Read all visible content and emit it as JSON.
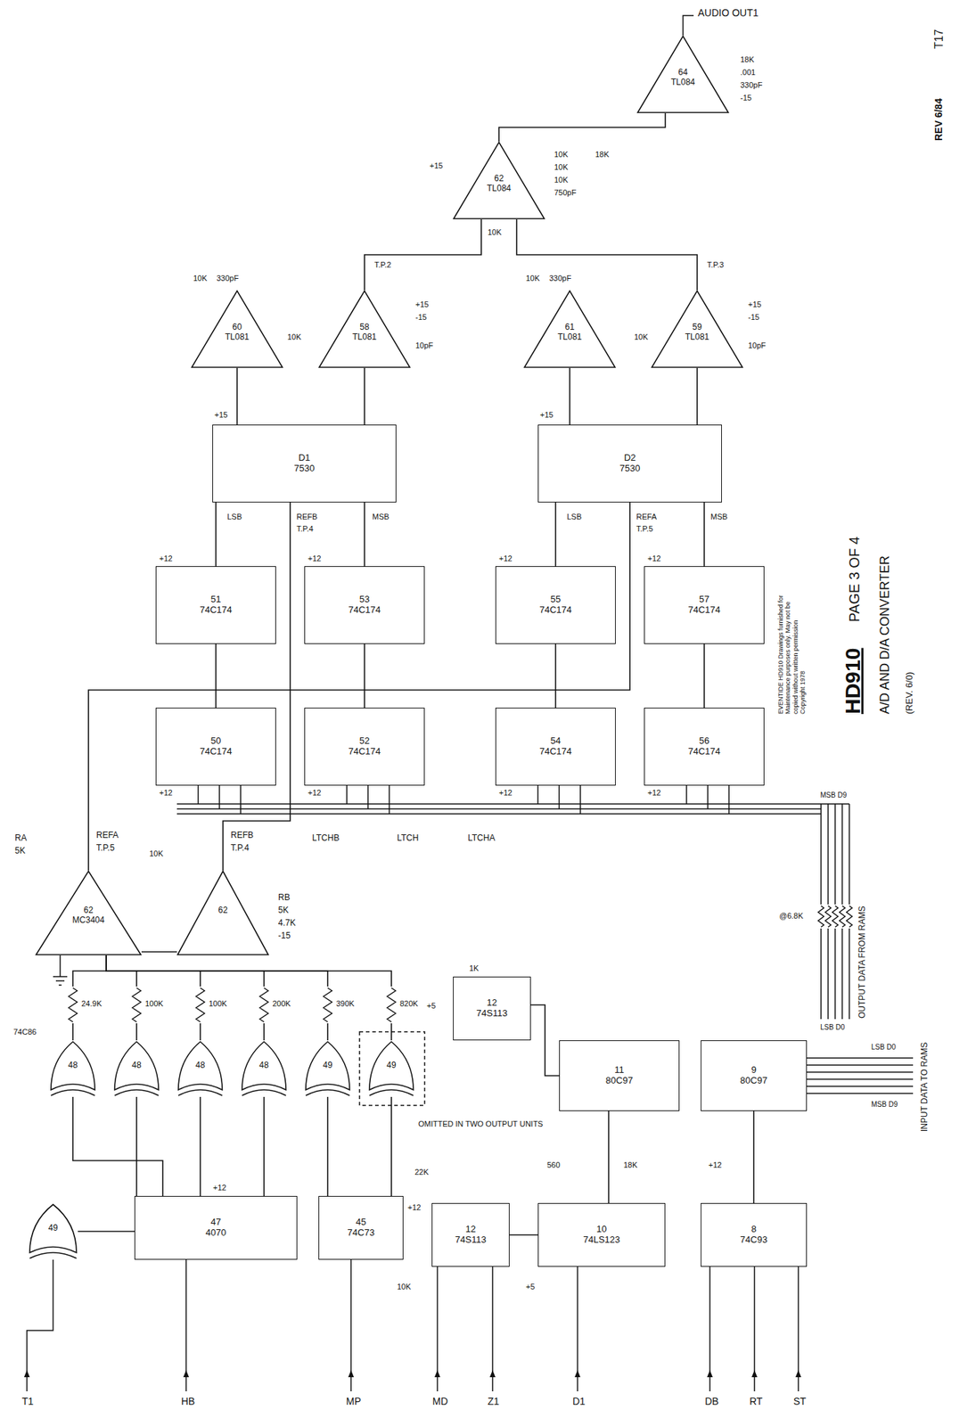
{
  "diagram": {
    "nodes": [
      {
        "text": [
          "49"
        ]
      },
      {
        "text": [
          "47",
          "4070"
        ]
      },
      {
        "text": [
          "45",
          "74C73"
        ]
      },
      {
        "text": [
          "48"
        ]
      },
      {
        "text": [
          "48"
        ]
      },
      {
        "text": [
          "48"
        ]
      },
      {
        "text": [
          "48"
        ]
      },
      {
        "text": [
          "49"
        ]
      },
      {
        "text": [
          "49"
        ]
      },
      {
        "text": [
          "62",
          "MC3404"
        ]
      },
      {
        "text": [
          "62"
        ]
      },
      {
        "text": [
          "50",
          "74C174"
        ]
      },
      {
        "text": [
          "52",
          "74C174"
        ]
      },
      {
        "text": [
          "54",
          "74C174"
        ]
      },
      {
        "text": [
          "56",
          "74C174"
        ]
      },
      {
        "text": [
          "51",
          "74C174"
        ]
      },
      {
        "text": [
          "53",
          "74C174"
        ]
      },
      {
        "text": [
          "55",
          "74C174"
        ]
      },
      {
        "text": [
          "57",
          "74C174"
        ]
      },
      {
        "text": [
          "D1",
          "7530"
        ]
      },
      {
        "text": [
          "D2",
          "7530"
        ]
      },
      {
        "text": [
          "60",
          "TL081"
        ]
      },
      {
        "text": [
          "58",
          "TL081"
        ]
      },
      {
        "text": [
          "61",
          "TL081"
        ]
      },
      {
        "text": [
          "59",
          "TL081"
        ]
      },
      {
        "text": [
          "62",
          "TL084"
        ]
      },
      {
        "text": [
          "64",
          "TL084"
        ]
      },
      {
        "text": [
          "12",
          "74S113"
        ]
      },
      {
        "text": [
          "12",
          "74S113"
        ]
      },
      {
        "text": [
          "10",
          "74LS123"
        ]
      },
      {
        "text": [
          "11",
          "80C97"
        ]
      },
      {
        "text": [
          "9",
          "80C97"
        ]
      },
      {
        "text": [
          "8",
          "74C93"
        ]
      }
    ],
    "edges": [
      {
        "from": 0,
        "to": 1,
        "arrow": "none"
      },
      {
        "from": 1,
        "to": 3,
        "arrow": "none"
      },
      {
        "from": 1,
        "to": 5,
        "arrow": "none"
      },
      {
        "from": 1,
        "to": 6,
        "arrow": "none"
      },
      {
        "from": 2,
        "to": 7,
        "arrow": "none"
      },
      {
        "from": 2,
        "to": 8,
        "arrow": "none"
      },
      {
        "from": 1,
        "to": 4,
        "arrow": "none"
      },
      {
        "from": 3,
        "to": 9,
        "arrow": "none"
      },
      {
        "from": 4,
        "to": 9,
        "arrow": "none"
      },
      {
        "from": 5,
        "to": 9,
        "arrow": "none"
      },
      {
        "from": 6,
        "to": 9,
        "arrow": "none"
      },
      {
        "from": 7,
        "to": 9,
        "arrow": "none"
      },
      {
        "from": 8,
        "to": 9,
        "arrow": "none"
      },
      {
        "from": 9,
        "to": 10,
        "arrow": "none"
      },
      {
        "from": 9,
        "to": 20,
        "arrow": "none"
      },
      {
        "from": 10,
        "to": 19,
        "arrow": "none"
      },
      {
        "from": 11,
        "to": 15,
        "arrow": "none"
      },
      {
        "from": 12,
        "to": 16,
        "arrow": "none"
      },
      {
        "from": 13,
        "to": 17,
        "arrow": "none"
      },
      {
        "from": 14,
        "to": 18,
        "arrow": "none"
      },
      {
        "from": 15,
        "to": 19,
        "arrow": "none"
      },
      {
        "from": 16,
        "to": 19,
        "arrow": "none"
      },
      {
        "from": 17,
        "to": 20,
        "arrow": "none"
      },
      {
        "from": 18,
        "to": 20,
        "arrow": "none"
      },
      {
        "from": 19,
        "to": 21,
        "arrow": "none"
      },
      {
        "from": 19,
        "to": 22,
        "arrow": "none"
      },
      {
        "from": 20,
        "to": 23,
        "arrow": "none"
      },
      {
        "from": 20,
        "to": 24,
        "arrow": "none"
      },
      {
        "from": 22,
        "to": 25,
        "arrow": "none"
      },
      {
        "from": 24,
        "to": 25,
        "arrow": "none"
      },
      {
        "from": 25,
        "to": 26,
        "arrow": "none"
      },
      {
        "from": 27,
        "to": 30,
        "arrow": "none"
      },
      {
        "from": 28,
        "to": 29,
        "arrow": "none"
      },
      {
        "from": 29,
        "to": 30,
        "arrow": "none"
      },
      {
        "from": 32,
        "to": 31,
        "arrow": "none"
      }
    ],
    "labels": [
      "T1",
      "HB",
      "MP",
      "MD",
      "Z1",
      "D1",
      "DB",
      "RT",
      "ST",
      "74C86",
      "24.9K",
      "100K",
      "100K",
      "200K",
      "390K",
      "820K",
      "OMITTED IN TWO OUTPUT UNITS",
      "RA",
      "5K",
      "REFA",
      "T.P.5",
      "10K",
      "REFB",
      "T.P.4",
      "RB",
      "5K",
      "4.7K",
      "-15",
      "LTCHB",
      "LTCH",
      "LTCHA",
      "+12",
      "+12",
      "+12",
      "+12",
      "+12",
      "+12",
      "+12",
      "+12",
      "LSB",
      "MSB",
      "REFB",
      "T.P.4",
      "LSB",
      "MSB",
      "REFA",
      "T.P.5",
      "+15",
      "+15",
      "10K",
      "330pF",
      "10K",
      "10pF",
      "T.P.2",
      "+15",
      "-15",
      "10K",
      "330pF",
      "10K",
      "10pF",
      "T.P.3",
      "+15",
      "-15",
      "+15",
      "10K",
      "10K",
      "10K",
      "750pF",
      "18K",
      "10K",
      "18K",
      ".001",
      "330pF",
      "-15",
      "AUDIO OUT1",
      "HD910",
      "PAGE 3 OF 4",
      "A/D AND D/A CONVERTER",
      "(REV. 6/0)",
      "T17",
      "REV 6/84",
      "EVENTIDE HD910 Drawings furnished for Maintenance purposes only. May not be copied without written permission Copyright 1978",
      "MSB D9",
      "LSB D0",
      "OUTPUT DATA FROM RAMS",
      "@6.8K",
      "INPUT DATA TO RAMS",
      "LSB D0",
      "MSB D9",
      "+5",
      "1K",
      "22K",
      "560",
      "18K",
      "+12",
      "+5",
      "10K",
      "+12",
      "+12"
    ]
  }
}
